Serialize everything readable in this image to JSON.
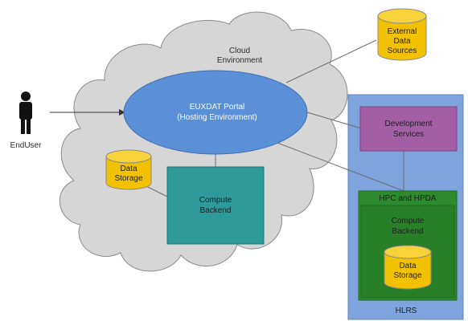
{
  "diagram": {
    "cloud_label": [
      "Cloud",
      "Environment"
    ],
    "portal_label": [
      "EUXDAT Portal",
      "(Hosting Environment)"
    ],
    "data_storage_left": [
      "Data",
      "Storage"
    ],
    "compute_backend_left": [
      "Compute",
      "Backend"
    ],
    "enduser_label": "EndUser",
    "external_label": [
      "External",
      "Data",
      "Sources"
    ],
    "hlrs_label": "HLRS",
    "dev_services_label": [
      "Development",
      "Services"
    ],
    "hpc_label": "HPC and HPDA",
    "compute_backend_right": [
      "Compute",
      "Backend"
    ],
    "data_storage_right": [
      "Data",
      "Storage"
    ]
  },
  "colors": {
    "cloud_fill": "#d6d6d6",
    "cloud_stroke": "#8a8a8a",
    "portal_fill": "#5b8fd6",
    "storage_fill": "#f2c200",
    "compute_left_fill": "#2e9a9a",
    "hlrs_fill": "#7da4dc",
    "dev_services_fill": "#a35ea6",
    "hpc_fill": "#2e8a2e",
    "hpc_inner_fill": "#278027"
  }
}
